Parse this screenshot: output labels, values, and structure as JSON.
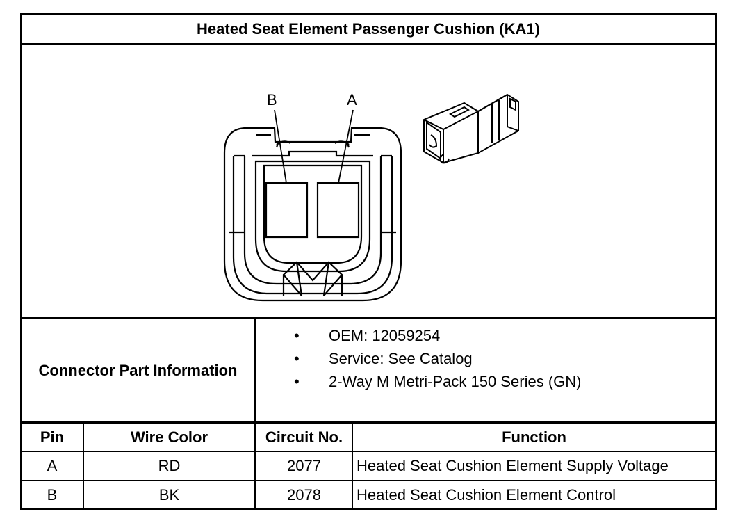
{
  "title": "Heated Seat Element Passenger Cushion (KA1)",
  "diagram": {
    "pin_labels": [
      "B",
      "A"
    ]
  },
  "connector_info": {
    "label": "Connector Part Information",
    "bullet_symbol": "•",
    "items": [
      "OEM: 12059254",
      "Service: See Catalog",
      "2-Way M Metri-Pack 150 Series (GN)"
    ]
  },
  "pin_table": {
    "headers": [
      "Pin",
      "Wire Color",
      "Circuit No.",
      "Function"
    ],
    "rows": [
      [
        "A",
        "RD",
        "2077",
        "Heated Seat Cushion Element Supply Voltage"
      ],
      [
        "B",
        "BK",
        "2078",
        "Heated Seat Cushion Element Control"
      ]
    ]
  }
}
